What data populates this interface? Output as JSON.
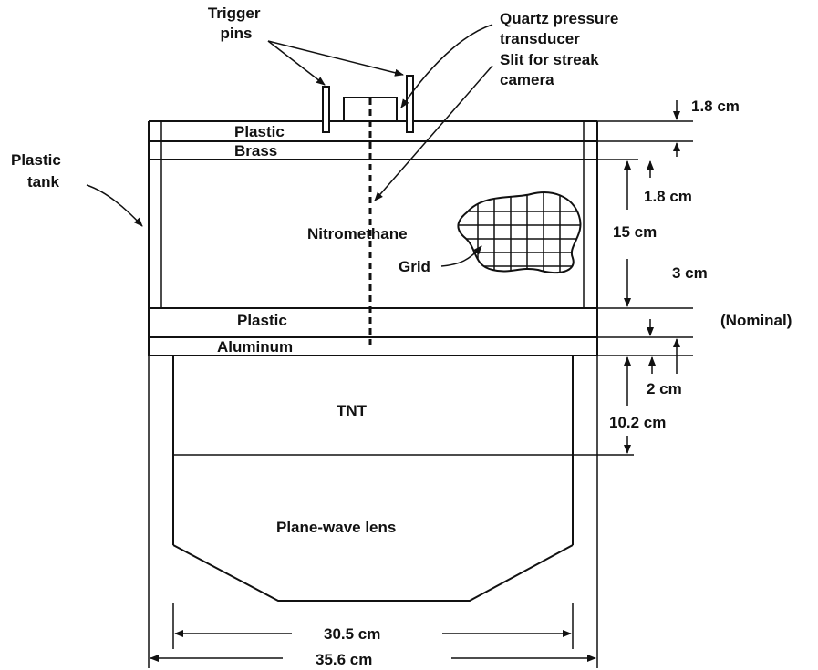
{
  "labels": {
    "trigger_pins": [
      "Trigger",
      "pins"
    ],
    "quartz": [
      "Quartz pressure",
      "transducer"
    ],
    "slit": [
      "Slit for streak",
      "camera"
    ],
    "plastic_tank": [
      "Plastic",
      "tank"
    ],
    "plastic_top": "Plastic",
    "brass": "Brass",
    "nitromethane": "Nitromethane",
    "grid": "Grid",
    "plastic_bottom": "Plastic",
    "aluminum": "Aluminum",
    "tnt": "TNT",
    "plane_wave_lens": "Plane-wave lens",
    "nominal": "(Nominal)"
  },
  "dimensions": {
    "plastic_top": "1.8 cm",
    "brass": "1.8 cm",
    "nitromethane": "15 cm",
    "plastic_bottom": "3 cm",
    "aluminum": "2 cm",
    "tnt": "10.2 cm",
    "inner_width": "30.5 cm",
    "outer_width": "35.6 cm"
  }
}
